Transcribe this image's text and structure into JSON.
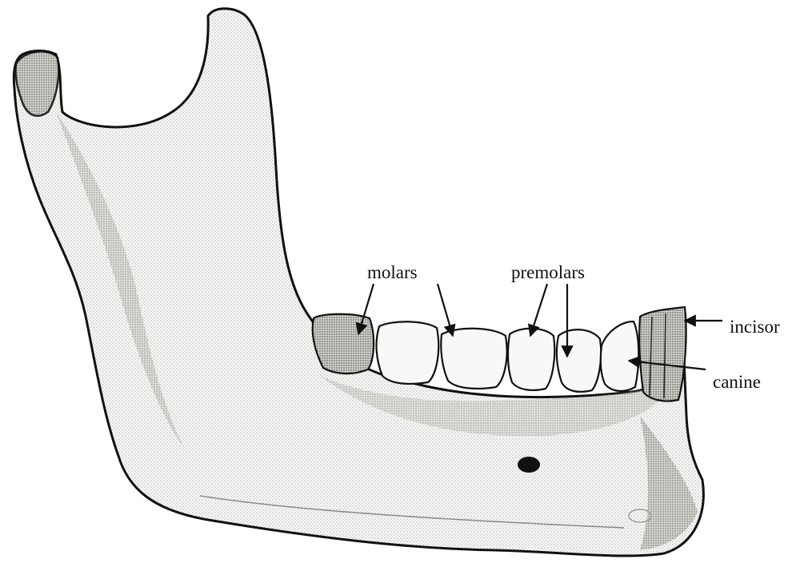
{
  "labels": {
    "molars": "molars",
    "premolars": "premolars",
    "incisor": "incisor",
    "canine": "canine"
  },
  "colors": {
    "bone_fill": "#f4f4f2",
    "bone_shade": "#c9c9c4",
    "ink": "#111111"
  }
}
